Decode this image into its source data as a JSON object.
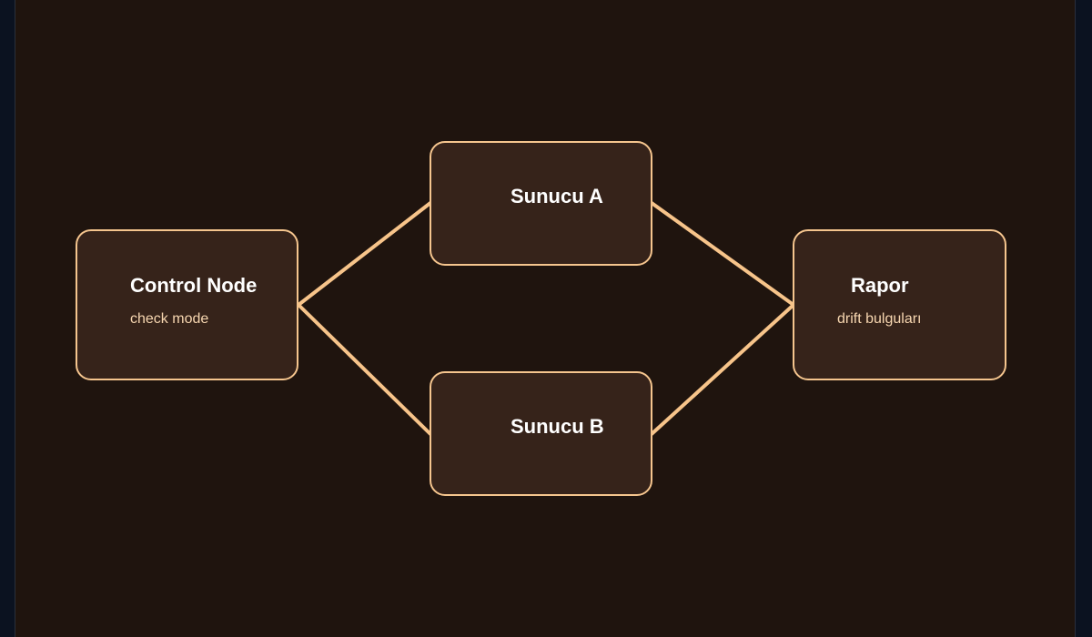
{
  "diagram": {
    "colors": {
      "background": "#1f140e",
      "node_fill": "#36231a",
      "node_border": "#f5c58e",
      "edge": "#f7c48a",
      "title_text": "#ffffff",
      "subtitle_text": "#f7d6b0"
    },
    "nodes": {
      "control": {
        "title": "Control Node",
        "subtitle": "check mode"
      },
      "server_a": {
        "title": "Sunucu A"
      },
      "server_b": {
        "title": "Sunucu B"
      },
      "report": {
        "title": "Rapor",
        "subtitle": "drift bulguları"
      }
    },
    "edges": [
      {
        "from": "control",
        "to": "server_a"
      },
      {
        "from": "control",
        "to": "server_b"
      },
      {
        "from": "server_a",
        "to": "report"
      },
      {
        "from": "server_b",
        "to": "report"
      }
    ]
  }
}
